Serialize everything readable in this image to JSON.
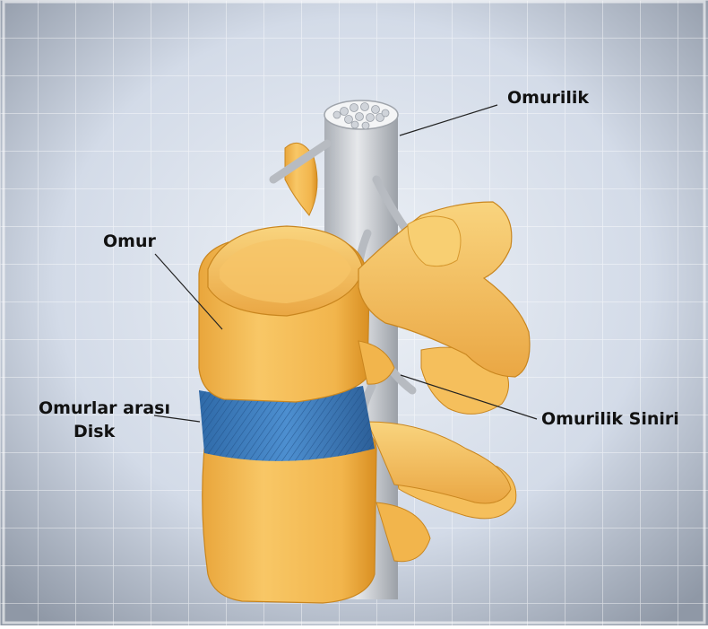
{
  "diagram": {
    "labels": {
      "spinal_cord": "Omurilik",
      "vertebra": "Omur",
      "disc_line1": "Omurlar arası",
      "disc_line2": "Disk",
      "spinal_nerve": "Omurilik Siniri"
    },
    "colors": {
      "background": "#d3dbe8",
      "bone": "#f2b54c",
      "bone_shadow": "#d98f22",
      "disc": "#3f7fc0",
      "cord": "#cfd3d8",
      "leader_line": "#222222"
    }
  }
}
